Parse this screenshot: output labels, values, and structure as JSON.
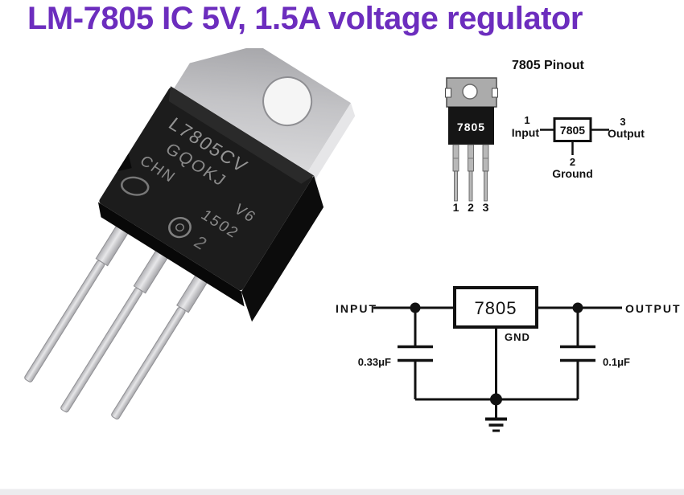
{
  "title": "LM-7805 IC 5V, 1.5A voltage regulator",
  "photo": {
    "marking_line1": "L7805CV",
    "marking_line2": "GQOKJ",
    "marking_line3": "CHN",
    "marking_line4": "V6",
    "marking_line5": "1502",
    "marking_suffix": "2"
  },
  "pinout": {
    "heading": "7805 Pinout",
    "package_label": "7805",
    "pin1": "1",
    "pin2": "2",
    "pin3": "3",
    "schematic": {
      "box_label": "7805",
      "left_pin_number": "1",
      "left_pin_label": "Input",
      "right_pin_number": "3",
      "right_pin_label": "Output",
      "bottom_pin_number": "2",
      "bottom_pin_label": "Ground"
    }
  },
  "circuit": {
    "input_label": "INPUT",
    "box_label": "7805",
    "gnd_label": "GND",
    "output_label": "OUTPUT",
    "input_cap_value": "0.33μF",
    "output_cap_value": "0.1μF"
  },
  "colors": {
    "title_purple": "#6c2dbe",
    "diagram_ink": "#111111",
    "tab_gray": "#b6b6ba",
    "body_black": "#1a1a1a",
    "leg_silver": "#d0d0d3"
  }
}
